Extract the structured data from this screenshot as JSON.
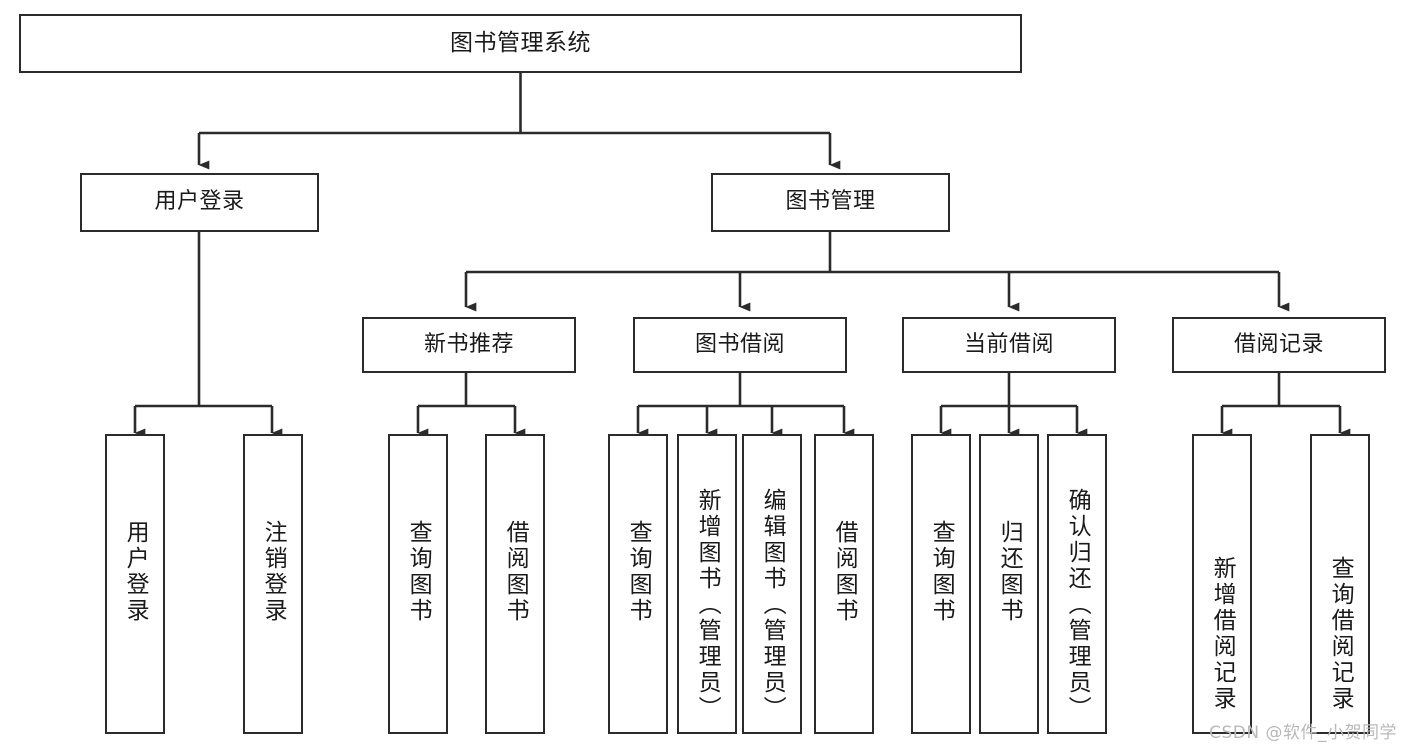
{
  "diagram": {
    "title_text": "图书管理系统",
    "watermark": "CSDN @软件_小贺同学",
    "stroke_color": "#2b2b2b",
    "background_color": "#ffffff",
    "text_color": "#1a1a1a",
    "levels": {
      "root": "图书管理系统",
      "level1": [
        "用户登录",
        "图书管理"
      ],
      "level2": [
        "新书推荐",
        "图书借阅",
        "当前借阅",
        "借阅记录"
      ]
    },
    "nodes": {
      "root": "图书管理系统",
      "user_login": "用户登录",
      "book_manage": "图书管理",
      "new_book_rec": "新书推荐",
      "book_borrow": "图书借阅",
      "current_borrow": "当前借阅",
      "borrow_record": "借阅记录",
      "leaf_user_login": "用户登录",
      "leaf_logout": "注销登录",
      "leaf_query_book_1": "查询图书",
      "leaf_borrow_book_1": "借阅图书",
      "leaf_query_book_2": "查询图书",
      "leaf_add_book_admin": "新增图书（管理员）",
      "leaf_edit_book_admin": "编辑图书（管理员）",
      "leaf_borrow_book_2": "借阅图书",
      "leaf_query_book_3": "查询图书",
      "leaf_return_book": "归还图书",
      "leaf_confirm_return_admin": "确认归还（管理员）",
      "leaf_add_borrow_record": "新增借阅记录",
      "leaf_query_borrow_record": "查询借阅记录"
    }
  }
}
